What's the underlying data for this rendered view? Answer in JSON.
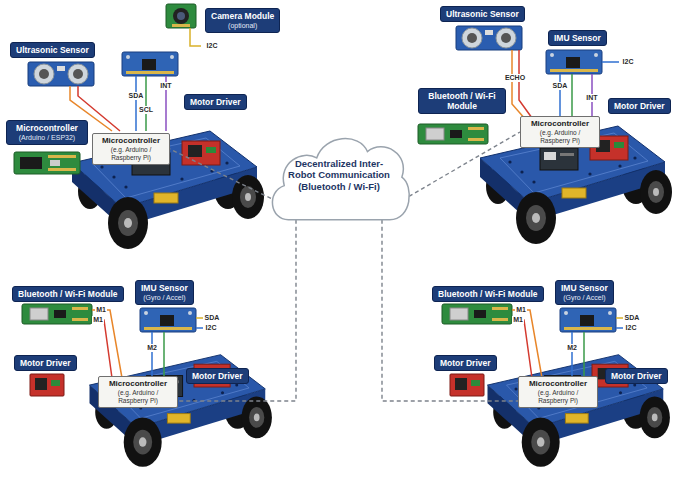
{
  "diagram": {
    "nodes": [
      {
        "text": [
          "Camera Module",
          "(optional)"
        ]
      },
      {
        "text": [
          "Ultrasonic Sensor"
        ]
      },
      {
        "text": [
          "Microcontroller",
          "(Arduino / ESP32)"
        ]
      },
      {
        "text": [
          "Microcontroller",
          "(e.g. Arduino / Raspberry Pi)"
        ]
      },
      {
        "text": [
          "Motor Driver"
        ]
      },
      {
        "text": [
          "Ultrasonic Sensor"
        ]
      },
      {
        "text": [
          "IMU Sensor"
        ]
      },
      {
        "text": [
          "Bluetooth / Wi-Fi Module"
        ]
      },
      {
        "text": [
          "Microcontroller",
          "(e.g. Arduino / Raspberry Pi)"
        ]
      },
      {
        "text": [
          "Motor Driver"
        ]
      },
      {
        "text": [
          "Decentralized Inter-Robot Communication (Bluetooth / Wi-Fi)"
        ]
      },
      {
        "text": [
          "Bluetooth / Wi-Fi Module"
        ]
      },
      {
        "text": [
          "IMU Sensor",
          "(Gyro / Accel)"
        ]
      },
      {
        "text": [
          "Motor Driver"
        ]
      },
      {
        "text": [
          "Microcontroller",
          "(e.g. Arduino / Raspberry Pi)"
        ]
      },
      {
        "text": [
          "Motor Driver"
        ]
      },
      {
        "text": [
          "Bluetooth / Wi-Fi Module"
        ]
      },
      {
        "text": [
          "IMU Sensor",
          "(Gyro / Accel)"
        ]
      },
      {
        "text": [
          "Motor Driver"
        ]
      },
      {
        "text": [
          "Microcontroller",
          "(e.g. Arduino / Raspberry Pi)"
        ]
      },
      {
        "text": [
          "Motor Driver"
        ]
      }
    ],
    "edges": [
      {
        "from": 10,
        "to": 3,
        "arrow": "none"
      },
      {
        "from": 10,
        "to": 8,
        "arrow": "none"
      },
      {
        "from": 10,
        "to": 14,
        "arrow": "none"
      },
      {
        "from": 10,
        "to": 19,
        "arrow": "none"
      }
    ],
    "labels": [
      "I2C",
      "SDA",
      "SCL",
      "INT",
      "ECHO",
      "SDA",
      "INT",
      "I2C",
      "M1",
      "M1",
      "M2",
      "SDA",
      "I2C",
      "M1",
      "M1",
      "M2",
      "SDA",
      "I2C"
    ]
  }
}
